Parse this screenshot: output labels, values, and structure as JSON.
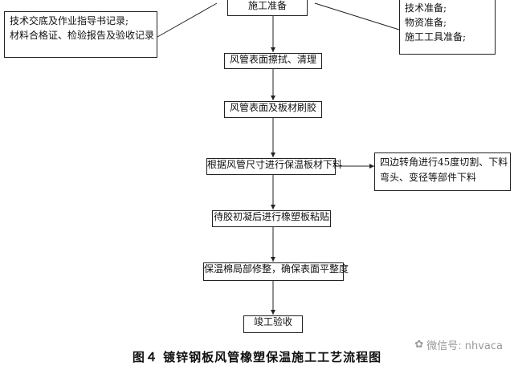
{
  "flow": {
    "start": "施工准备",
    "left_notes": [
      "技术交底及作业指导书记录;",
      "材料合格证、检验报告及验收记录"
    ],
    "right_notes": [
      "技术准备;",
      "物资准备;",
      "施工工具准备;"
    ],
    "steps": [
      "风管表面擦拭、清理",
      "风管表面及板材刷胶",
      "根据风管尺寸进行保温板材下料",
      "待胶初凝后进行橡塑板粘贴",
      "保温棉局部修整，确保表面平整度",
      "竣工验收"
    ],
    "branch_note": [
      "四边转角进行45度切割、下料",
      "弯头、变径等部件下料"
    ]
  },
  "caption": "图４ 镀锌钢板风管橡塑保温施工工艺流程图",
  "watermark": "微信号: nhvaca"
}
